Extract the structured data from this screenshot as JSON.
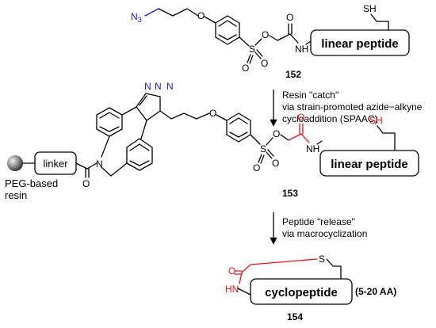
{
  "compounds": {
    "c152": {
      "number": "152",
      "peptide_label": "linear peptide",
      "azide_label": "N",
      "azide_sub": "3",
      "thiol_label": "SH",
      "ether_o": "O",
      "sulfonyl_s": "S",
      "sulfonyl_o1": "O",
      "sulfonyl_o2": "O",
      "ester_o": "O",
      "carbonyl_o": "O",
      "amide_nh": "NH"
    },
    "c153": {
      "number": "153",
      "peptide_label": "linear peptide",
      "linker_label": "linker",
      "resin_label_line1": "PEG-based",
      "resin_label_line2": "resin",
      "triazole_n1": "N",
      "triazole_n2": "N",
      "triazole_n3": "N",
      "ring_n": "N",
      "amide_o": "O",
      "ether_o": "O",
      "sulfonyl_s": "S",
      "sulfonyl_o1": "O",
      "sulfonyl_o2": "O",
      "ester_o": "O",
      "carbonyl_o": "O",
      "amide_nh": "NH",
      "thiol_label": "SH"
    },
    "c154": {
      "number": "154",
      "peptide_label": "cyclopeptide",
      "size_label": "(5-20 AA)",
      "carbonyl_o": "O",
      "amide_nh": "HN",
      "sulfur": "S"
    }
  },
  "steps": {
    "catch": {
      "line1": "Resin \"catch\"",
      "line2": "via strain-promoted azide−alkyne",
      "line3": "cycloaddition (SPAAC)"
    },
    "release": {
      "line1": "Peptide \"release\"",
      "line2": "via macrocyclization"
    }
  },
  "colors": {
    "highlight_red": "#e8141e",
    "azide_blue": "#1a1ad6",
    "bond": "#000000"
  }
}
